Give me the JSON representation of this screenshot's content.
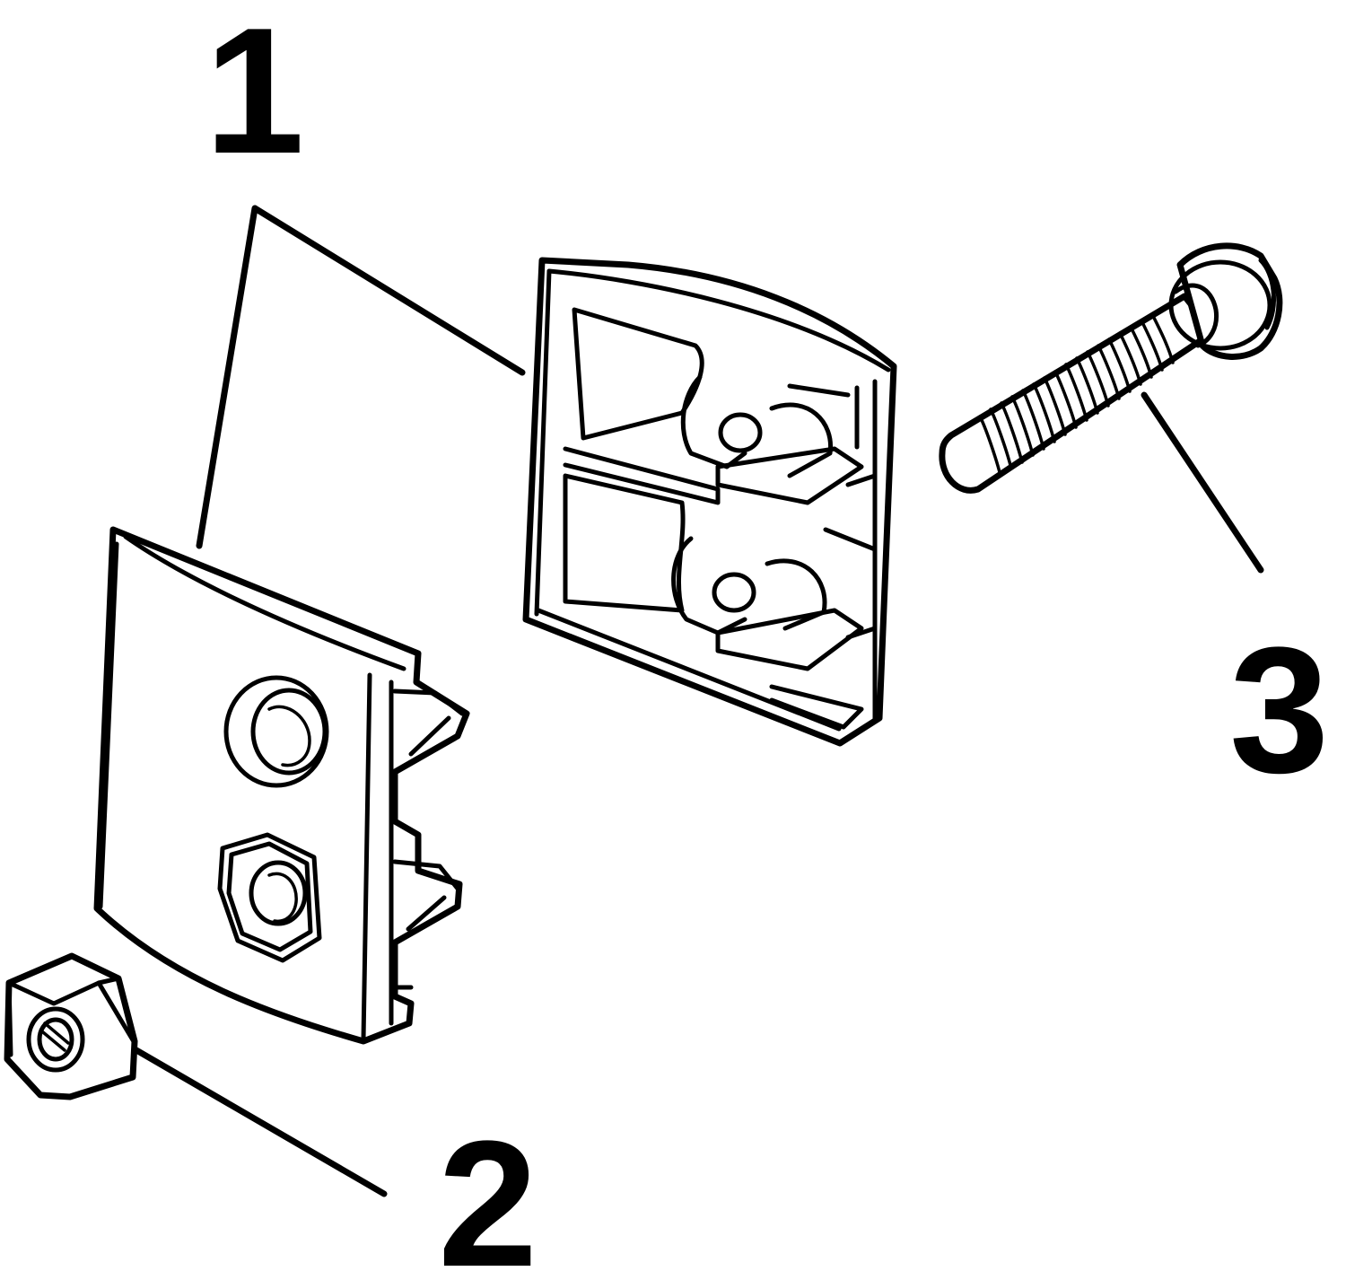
{
  "figure": {
    "callouts": [
      {
        "id": "1",
        "label": "1"
      },
      {
        "id": "2",
        "label": "2"
      },
      {
        "id": "3",
        "label": "3"
      }
    ],
    "parts": [
      {
        "id": "cable-clamp-halves",
        "callout": "1"
      },
      {
        "id": "hex-nut",
        "callout": "2"
      },
      {
        "id": "screw",
        "callout": "3"
      }
    ],
    "colors": {
      "line": "#000000",
      "background": "#ffffff"
    }
  }
}
